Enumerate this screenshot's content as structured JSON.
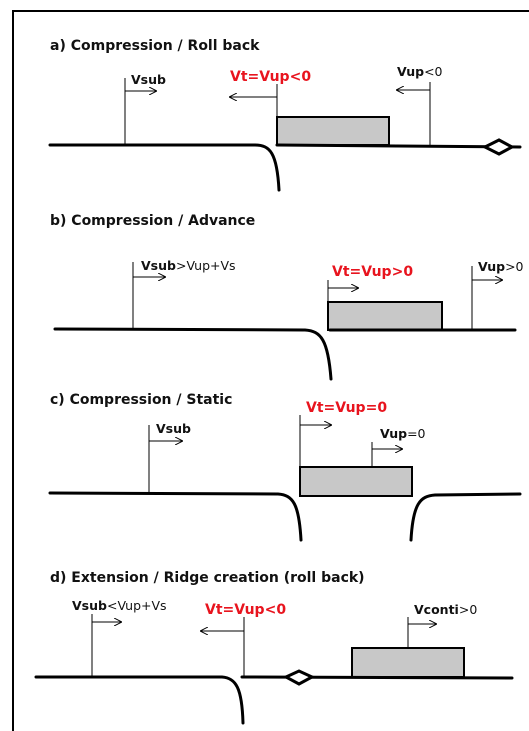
{
  "panels": [
    {
      "title": "a) Compression / Roll back",
      "labels": {
        "vsub": {
          "bold": "Vsub",
          "rest": ""
        },
        "vt": "Vt=Vup<0",
        "vup": {
          "bold": "Vup",
          "rest": "<0"
        }
      }
    },
    {
      "title": "b) Compression / Advance",
      "labels": {
        "vsub": {
          "bold": "Vsub",
          "rest": ">Vup+Vs"
        },
        "vt": "Vt=Vup>0",
        "vup": {
          "bold": "Vup",
          "rest": ">0"
        }
      }
    },
    {
      "title": "c) Compression / Static",
      "labels": {
        "vsub": {
          "bold": "Vsub",
          "rest": ""
        },
        "vt": "Vt=Vup=0",
        "vup": {
          "bold": "Vup",
          "rest": "=0"
        }
      }
    },
    {
      "title": "d) Extension / Ridge creation (roll back)",
      "labels": {
        "vsub": {
          "bold": "Vsub",
          "rest": "<Vup+Vs"
        },
        "vt": "Vt=Vup<0",
        "vconti": {
          "bold": "Vconti",
          "rest": ">0"
        }
      }
    }
  ],
  "colors": {
    "trench_velocity": "#e8141e",
    "plate": "#c8c8c8"
  }
}
